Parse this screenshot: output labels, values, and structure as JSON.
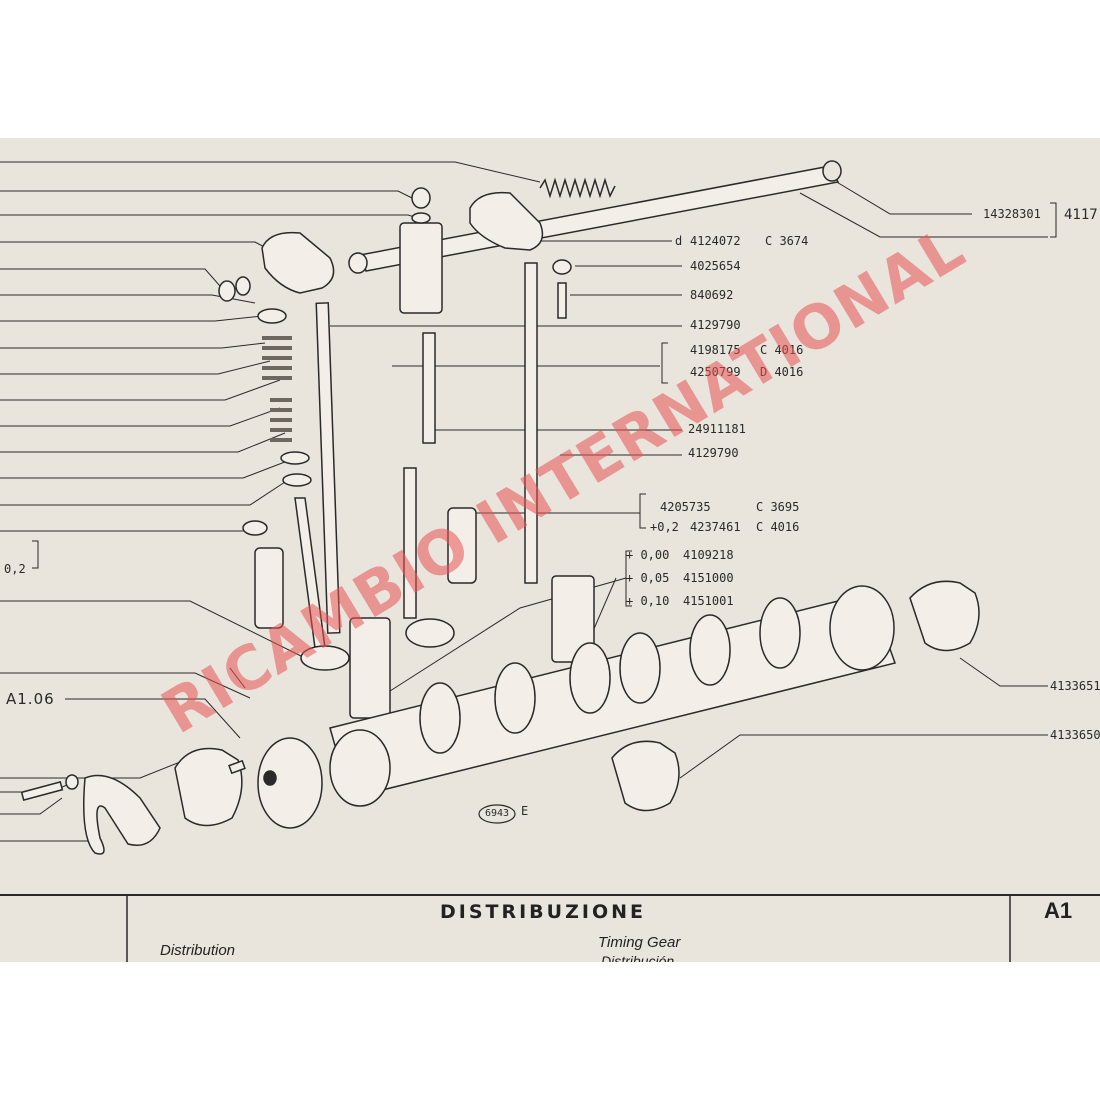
{
  "document": {
    "title": "DISTRIBUZIONE",
    "subtitle_it": "Distribution",
    "subtitle_en": "Timing Gear",
    "subtitle_es": "Distribución",
    "sheet_code": "A1",
    "left_ref": "A1.06",
    "left_ref2": "0,2",
    "figure_no": "6943",
    "figure_suffix": "E",
    "watermark": "RICAMBIO INTERNATIONAL"
  },
  "parts": {
    "p01": "14328301",
    "p01b": "4117",
    "p02a": "d",
    "p02": "4124072",
    "p02c": "C 3674",
    "p03": "4025654",
    "p04": "840692",
    "p05": "4129790",
    "p06": "4198175",
    "p06c": "C 4016",
    "p07": "4250799",
    "p07c": "D 4016",
    "p08": "24911181",
    "p09": "4129790",
    "p10": "4205735",
    "p10c": "C 3695",
    "p11pre": "+0,2",
    "p11": "4237461",
    "p11c": "C 4016",
    "p12pre": "+ 0,00",
    "p12": "4109218",
    "p13pre": "+ 0,05",
    "p13": "4151000",
    "p14pre": "+ 0,10",
    "p14": "4151001",
    "p15": "4133651",
    "p16": "4133650"
  },
  "colors": {
    "paper": "#e9e4dc",
    "ink": "#2a2a2a",
    "watermark": "#e85252"
  }
}
